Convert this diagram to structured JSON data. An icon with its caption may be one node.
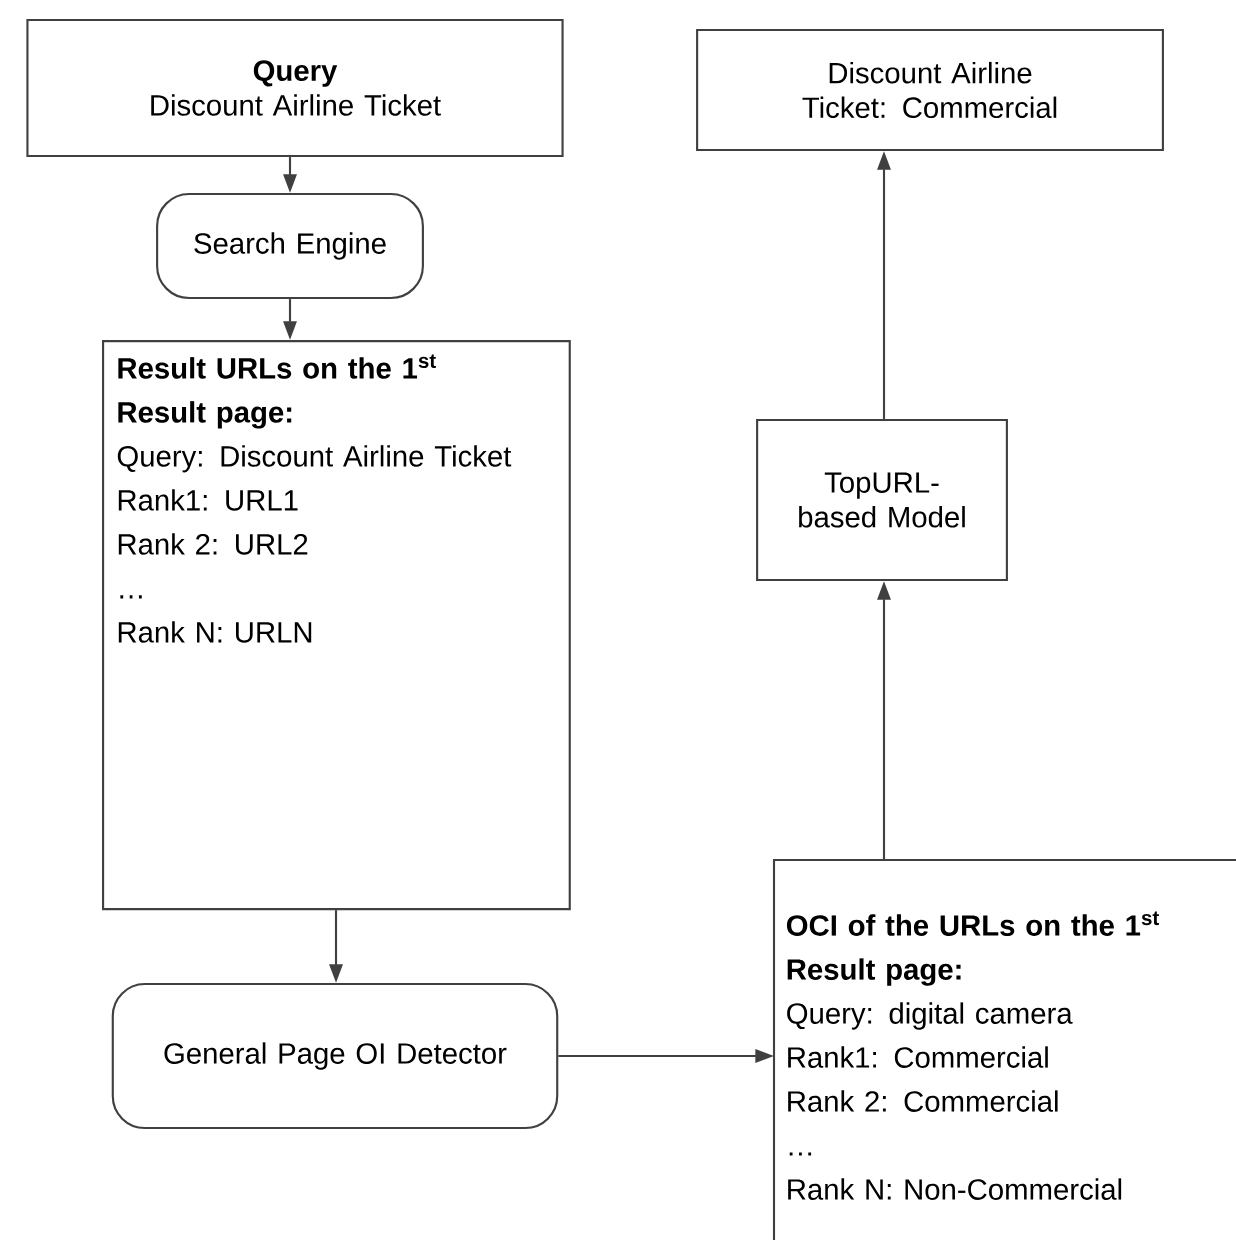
{
  "diagram": {
    "nodes": [
      {
        "text": [
          "Query",
          "Discount Airline Ticket"
        ]
      },
      {
        "text": [
          "Search Engine"
        ]
      },
      {
        "text": [
          "Result URLs on the 1$^{st}$ Result page:",
          "Query: Discount Airline Ticket",
          "Rank1: URL1",
          "Rank 2: URL2",
          "…",
          "Rank N: URLN"
        ]
      },
      {
        "text": [
          "General Page OI Detector"
        ]
      },
      {
        "text": [
          "OCI of the URLs on the 1$^{st}$ Result page:",
          "Query: digital camera",
          "Rank1: Commercial",
          "Rank 2: Commercial",
          "…",
          "Rank N: Non-Commercial"
        ]
      },
      {
        "text": [
          "TopURL-based Model"
        ]
      },
      {
        "text": [
          "Discount Airline Ticket: Commercial"
        ]
      }
    ],
    "edges": [
      {
        "from": 0,
        "to": 1,
        "arrow": "to"
      },
      {
        "from": 1,
        "to": 2,
        "arrow": "to"
      },
      {
        "from": 2,
        "to": 3,
        "arrow": "to"
      },
      {
        "from": 3,
        "to": 4,
        "arrow": "to"
      },
      {
        "from": 4,
        "to": 5,
        "arrow": "to"
      },
      {
        "from": 5,
        "to": 6,
        "arrow": "to"
      }
    ]
  }
}
